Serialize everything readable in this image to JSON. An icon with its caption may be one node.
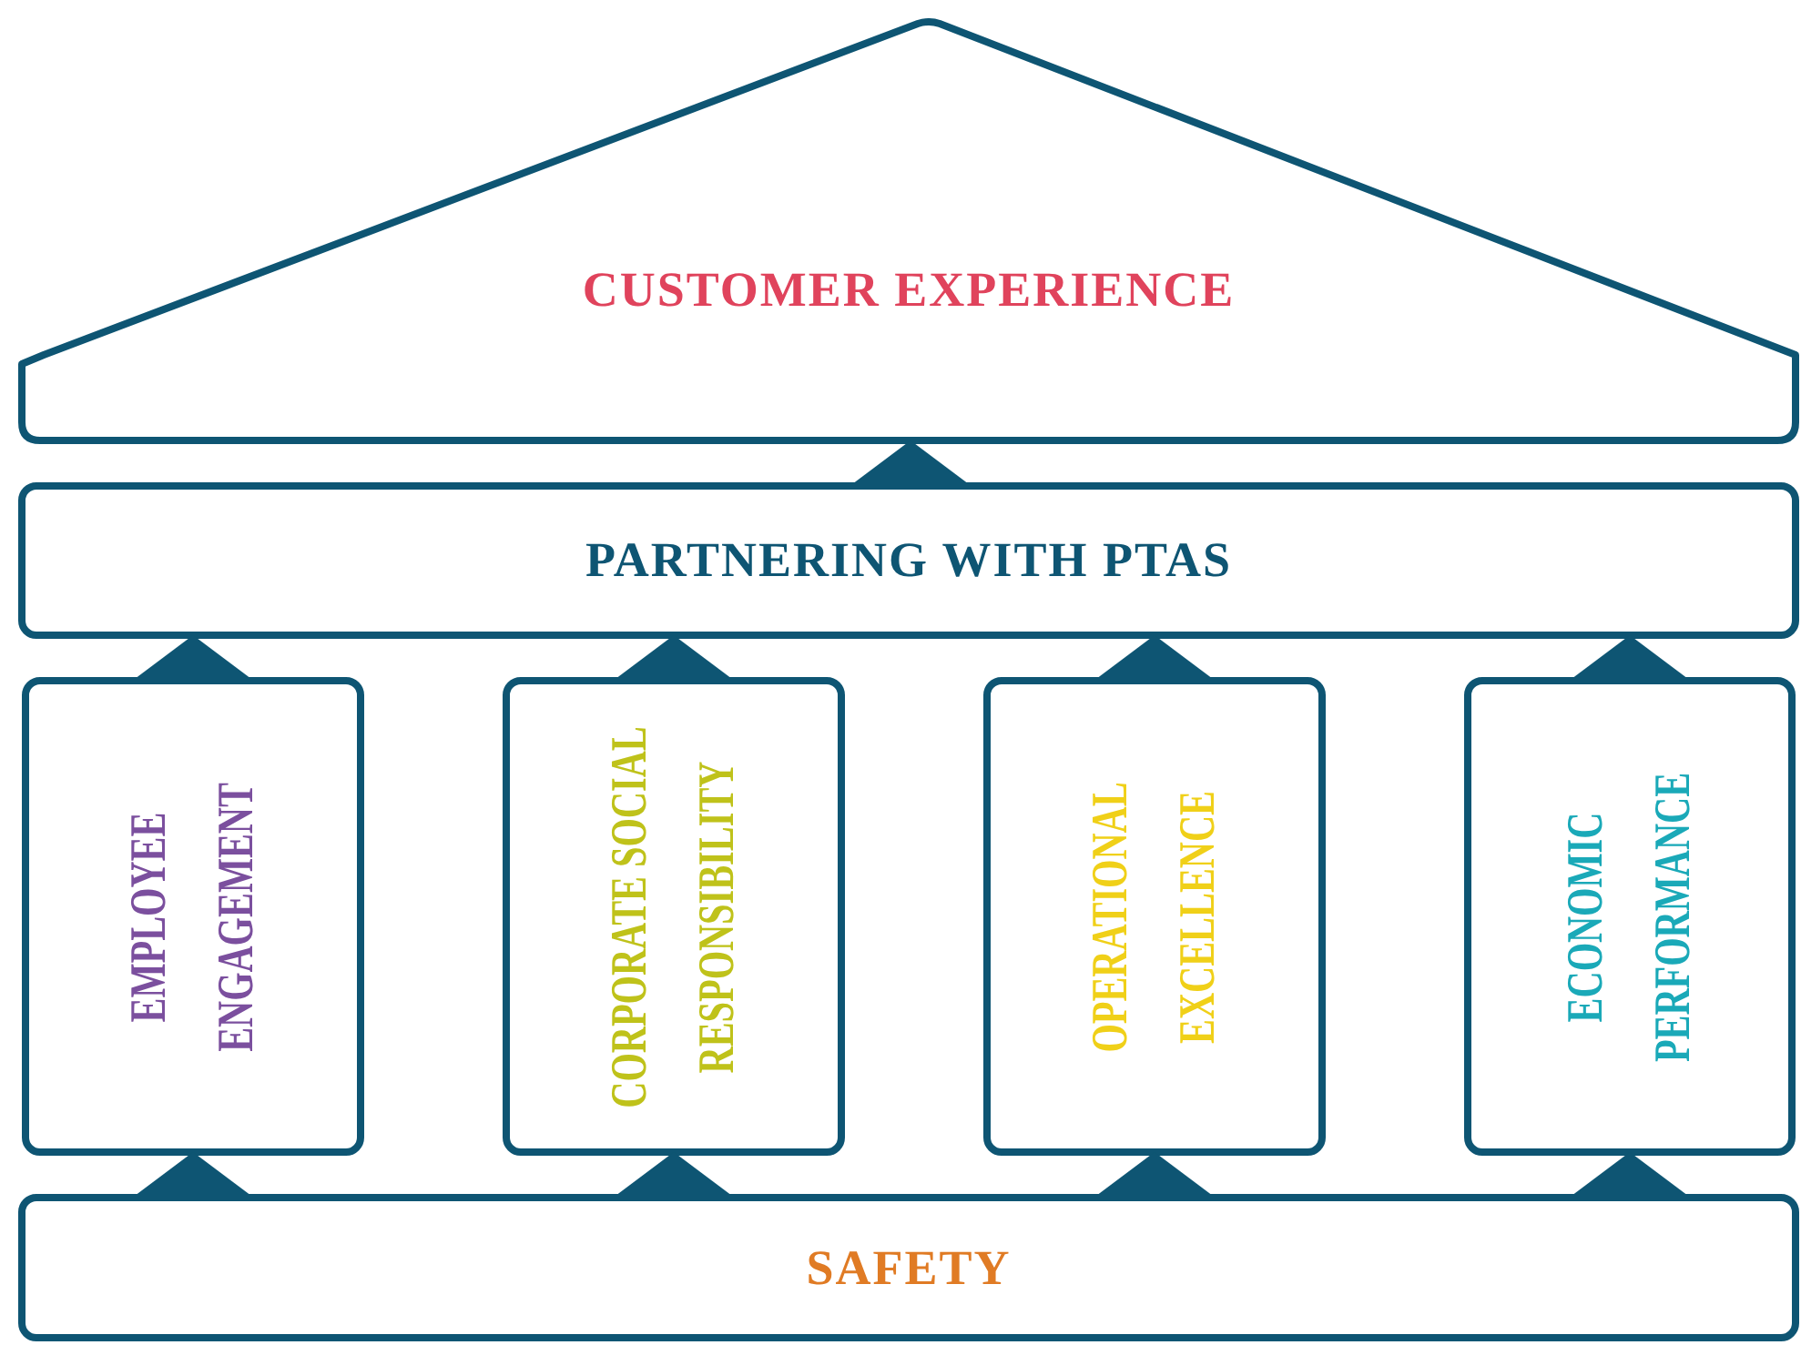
{
  "diagram": {
    "nodes": [
      {
        "text": [
          "CUSTOMER EXPERIENCE"
        ]
      },
      {
        "text": [
          "PARTNERING WITH PTAS"
        ]
      },
      {
        "text": [
          "EMPLOYEE ENGAGEMENT"
        ]
      },
      {
        "text": [
          "CORPORATE SOCIAL RESPONSIBILITY"
        ]
      },
      {
        "text": [
          "OPERATIONAL EXCELLENCE"
        ]
      },
      {
        "text": [
          "ECONOMIC PERFORMANCE"
        ]
      },
      {
        "text": [
          "SAFETY"
        ]
      }
    ],
    "edges": [
      {
        "from": 6,
        "to": 2,
        "arrow": "to"
      },
      {
        "from": 6,
        "to": 3,
        "arrow": "to"
      },
      {
        "from": 6,
        "to": 4,
        "arrow": "to"
      },
      {
        "from": 6,
        "to": 5,
        "arrow": "to"
      },
      {
        "from": 2,
        "to": 1,
        "arrow": "to"
      },
      {
        "from": 3,
        "to": 1,
        "arrow": "to"
      },
      {
        "from": 4,
        "to": 1,
        "arrow": "to"
      },
      {
        "from": 5,
        "to": 1,
        "arrow": "to"
      },
      {
        "from": 1,
        "to": 0,
        "arrow": "to"
      }
    ]
  }
}
